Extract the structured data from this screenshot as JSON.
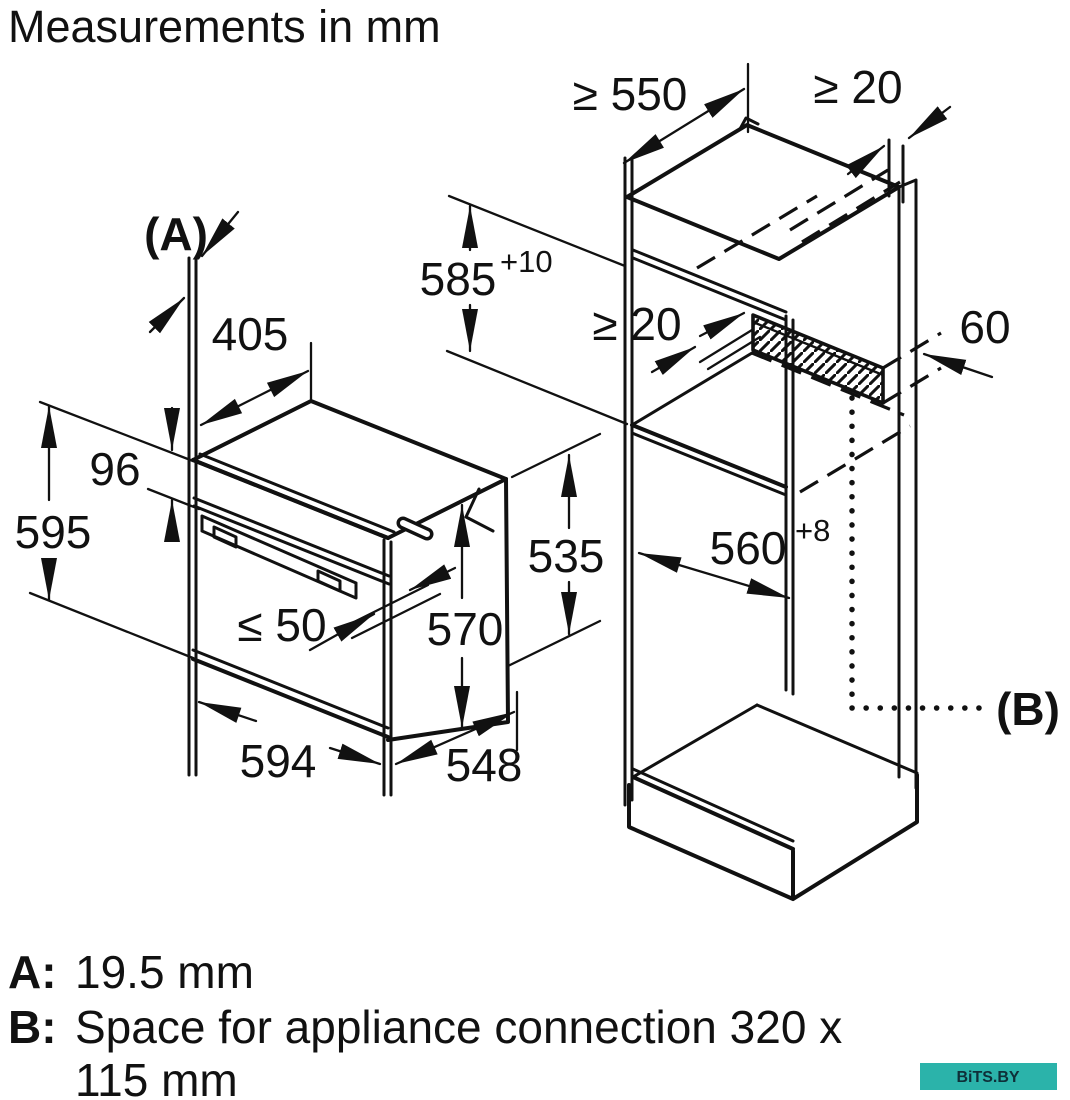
{
  "title": "Measurements in mm",
  "oven": {
    "label_a": "(A)",
    "dim_405": "405",
    "dim_96": "96",
    "dim_595": "595",
    "dim_le50": "≤ 50",
    "dim_570": "570",
    "dim_594": "594",
    "dim_548": "548"
  },
  "cabinet": {
    "dim_ge550": "≥ 550",
    "dim_ge20_top": "≥ 20",
    "dim_585": "585",
    "dim_585_sup": "+10",
    "dim_ge20_mid": "≥ 20",
    "dim_60": "60",
    "dim_535": "535",
    "dim_560": "560",
    "dim_560_sup": "+8",
    "label_b": "(B)"
  },
  "legend": {
    "a_key": "A:",
    "a_value": "19.5 mm",
    "b_key": "B:",
    "b_value_line1": "Space for appliance connection 320 x",
    "b_value_line2": "115 mm"
  },
  "watermark": {
    "text": "BiTS.BY",
    "bg_color": "#2bb3aa"
  },
  "colors": {
    "line": "#111111",
    "background": "#ffffff"
  }
}
